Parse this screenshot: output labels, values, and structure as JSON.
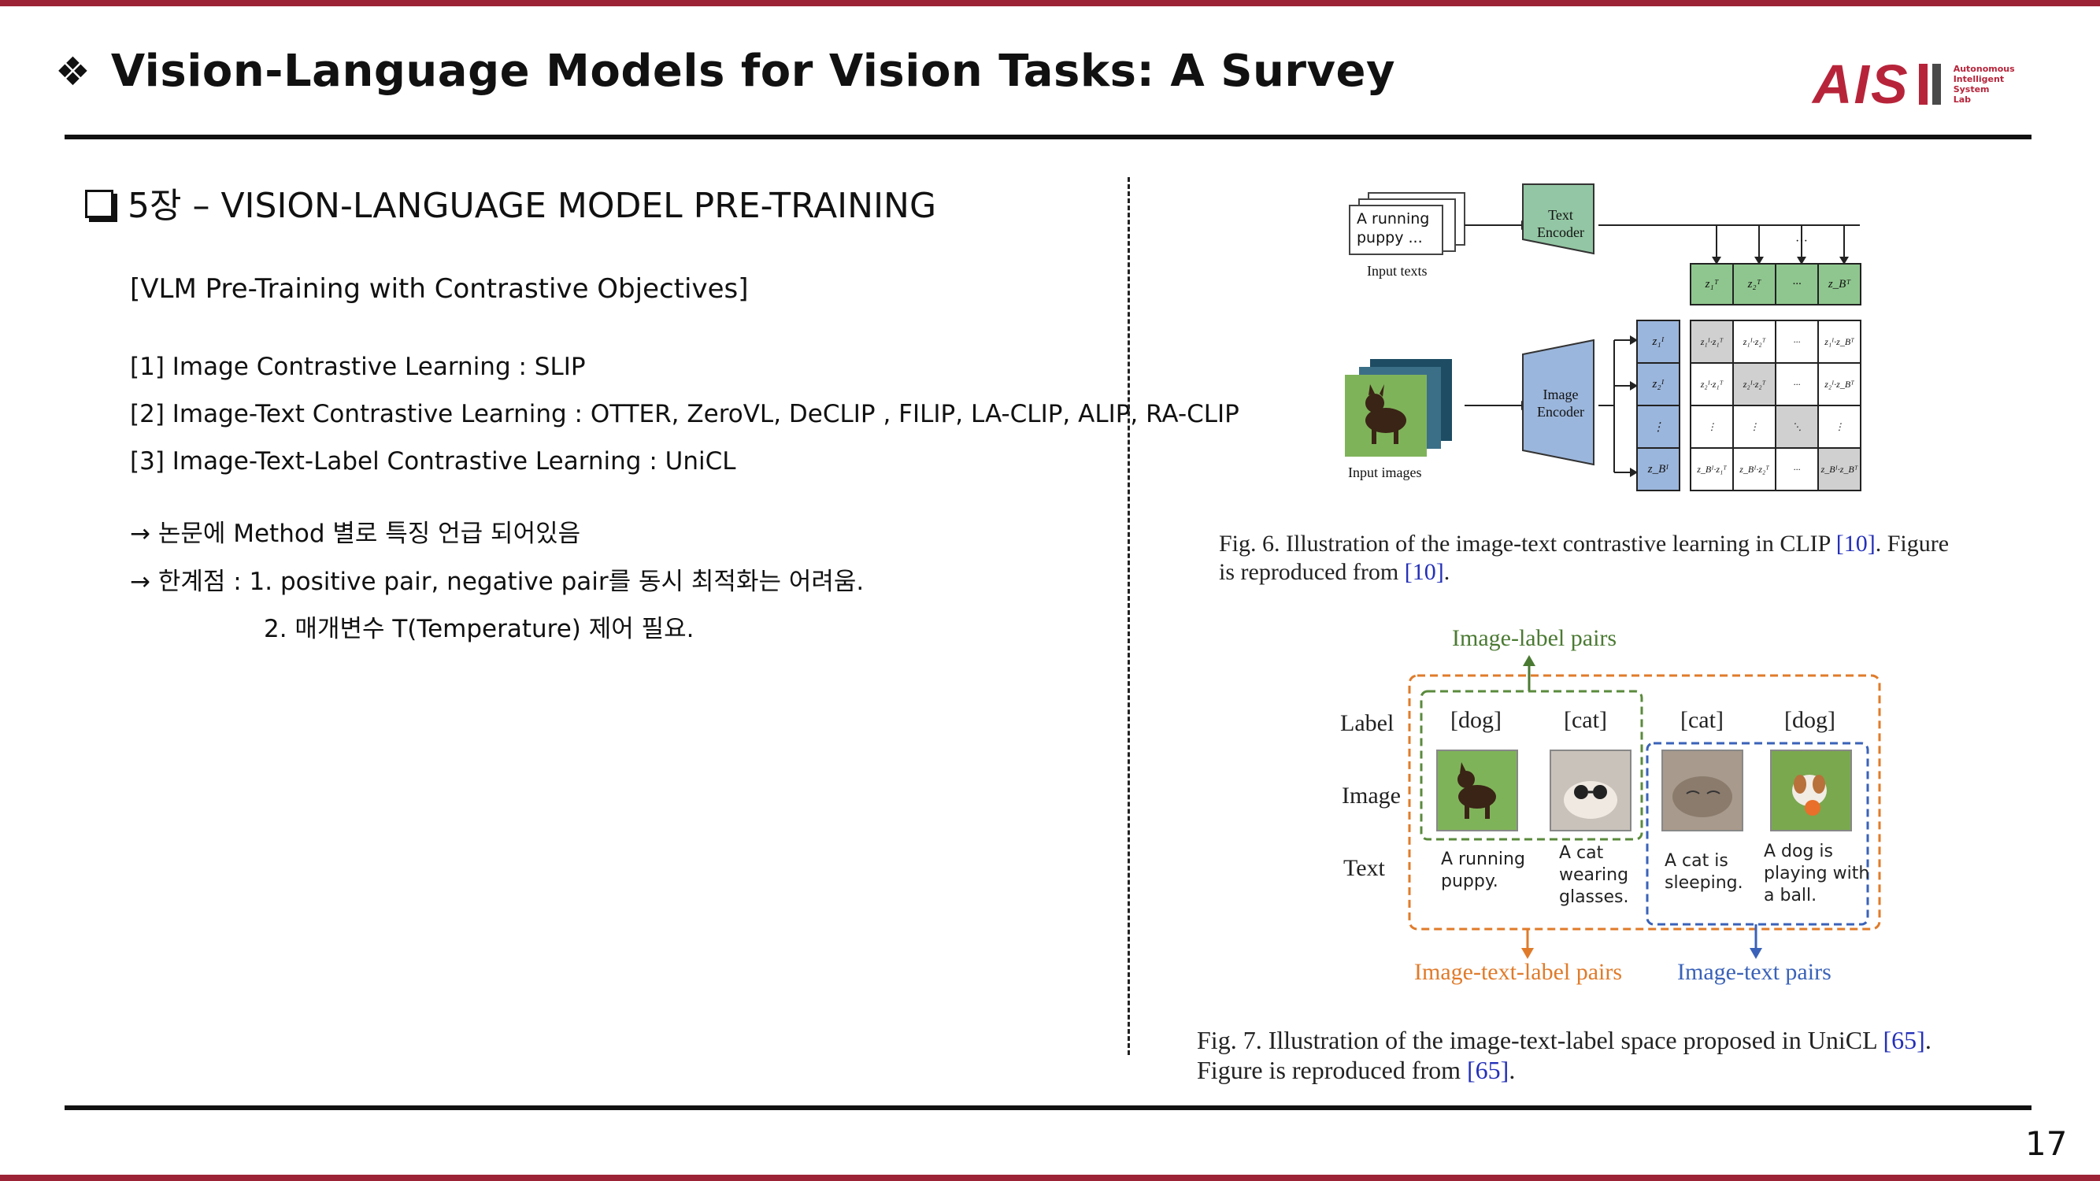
{
  "header": {
    "bullet": "❖",
    "title": "Vision-Language Models for Vision Tasks: A Survey",
    "logo": "AIS",
    "logo_text": [
      "Autonomous",
      "Intelligent",
      "System",
      "Lab"
    ]
  },
  "left": {
    "section": "5장 – VISION-LANGUAGE MODEL PRE-TRAINING",
    "subheading": "[VLM Pre-Training with Contrastive Objectives]",
    "items": [
      "[1] Image Contrastive Learning : SLIP",
      "[2] Image-Text Contrastive Learning : OTTER, ZeroVL, DeCLIP , FILIP, LA-CLIP, ALIP, RA-CLIP",
      "[3] Image-Text-Label Contrastive Learning : UniCL"
    ],
    "note1": "→ 논문에 Method 별로 특징 언급 되어있음",
    "note2_prefix": "→ 한계점 : ",
    "note2_rest": "1. positive pair, negative pair를 동시 최적화는 어려움.",
    "note3": "2. 매개변수 T(Temperature) 제어 필요."
  },
  "fig6": {
    "input_text": "A running puppy ...",
    "input_texts_label": "Input texts",
    "input_images_label": "Input images",
    "text_encoder": "Text Encoder",
    "image_encoder": "Image Encoder",
    "text_feats": [
      "z₁ᵀ",
      "z₂ᵀ",
      "···",
      "z_Bᵀ"
    ],
    "image_feats": [
      "z₁ᴵ",
      "z₂ᴵ",
      "⋮",
      "z_Bᴵ"
    ],
    "matrix": [
      [
        "z₁ᴵ·z₁ᵀ",
        "z₁ᴵ·z₂ᵀ",
        "···",
        "z₁ᴵ·z_Bᵀ"
      ],
      [
        "z₂ᴵ·z₁ᵀ",
        "z₂ᴵ·z₂ᵀ",
        "···",
        "z₂ᴵ·z_Bᵀ"
      ],
      [
        "⋮",
        "⋮",
        "⋱",
        "⋮"
      ],
      [
        "z_Bᴵ·z₁ᵀ",
        "z_Bᴵ·z₂ᵀ",
        "···",
        "z_Bᴵ·z_Bᵀ"
      ]
    ],
    "caption_a": "Fig. 6.   Illustration of the image-text contrastive learning in CLIP ",
    "caption_ref1": "[10]",
    "caption_b": ". Figure",
    "caption_c": "is reproduced from ",
    "caption_ref2": "[10]",
    "caption_d": "."
  },
  "fig7": {
    "top_label": "Image-label pairs",
    "row_labels": [
      "Label",
      "Image",
      "Text"
    ],
    "labels": [
      "[dog]",
      "[cat]",
      "[cat]",
      "[dog]"
    ],
    "texts": [
      "A running\npuppy.",
      "A cat\nwearing\nglasses.",
      "A cat is\nsleeping.",
      "A dog is\nplaying with\na ball."
    ],
    "bottom_left": "Image-text-label pairs",
    "bottom_right": "Image-text pairs",
    "caption_a": "Fig. 7.   Illustration of the image-text-label space proposed in UniCL ",
    "caption_ref1": "[65]",
    "caption_b": ".",
    "caption_c": "Figure is reproduced from ",
    "caption_ref2": "[65]",
    "caption_d": "."
  },
  "page_number": "17",
  "colors": {
    "accent": "#9b2335",
    "green": "#5a8a3c",
    "orange": "#e07b2a",
    "blue": "#3a62b8"
  }
}
